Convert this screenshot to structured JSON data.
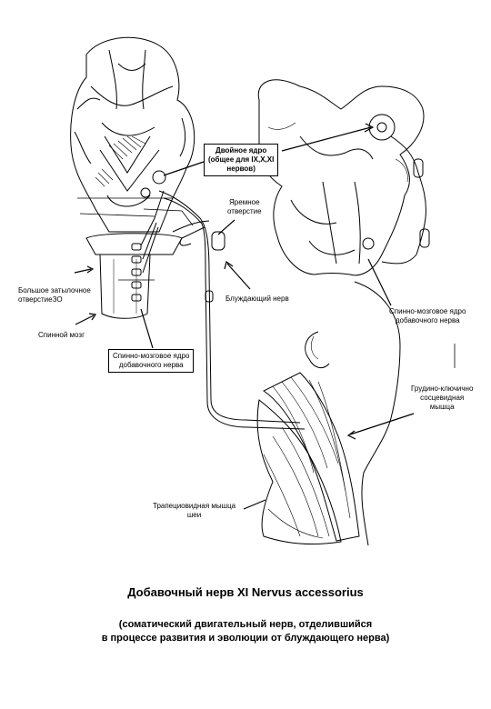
{
  "labels": {
    "double_nucleus": [
      "Двойное ядро",
      "(общее для IX,X,XI",
      "нервов)"
    ],
    "jugular_foramen": [
      "Яремное",
      "отверстие"
    ],
    "foramen_magnum": [
      "Большое затылочное",
      "отверстие"
    ],
    "foramen_magnum_suffix": "ЗО",
    "spinal_cord": "Спинной мозг",
    "vagus": "Блуждающий нерв",
    "spinal_nucleus_right": [
      "Спинно-мозговое ядро",
      "добавочного нерва"
    ],
    "spinal_nucleus_box": [
      "Спинно-мозговое ядро",
      "добавочного нерва"
    ],
    "scm": [
      "Грудино-ключично",
      "сосцевидная",
      "мышца"
    ],
    "trapezius": [
      "Трапециовидная мышца",
      "шеи"
    ]
  },
  "title": "Добавочный нерв XI Nervus accessorius",
  "subtitle": [
    "(соматический двигательный нерв, отделившийся",
    "в процессе развития и эволюции от блуждающего нерва)"
  ]
}
